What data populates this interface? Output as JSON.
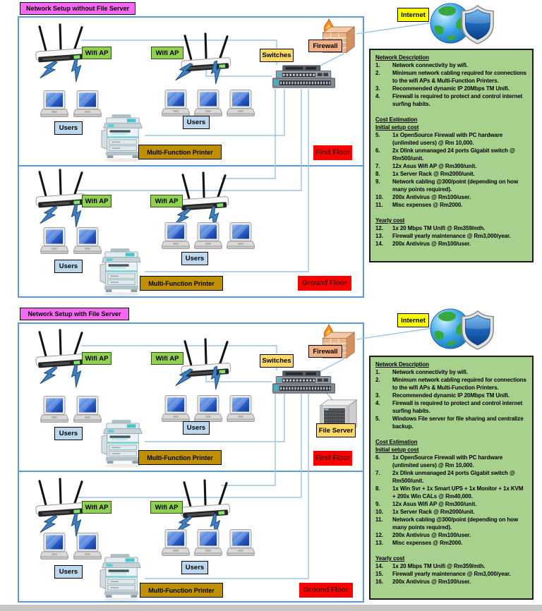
{
  "colors": {
    "title_magenta": "#F667F2",
    "wifi_ap_green": "#92D050",
    "switch_gold": "#FFD966",
    "firewall_peach": "#F4B183",
    "users_blue": "#BDD7EE",
    "printer_dark_gold": "#BF9000",
    "floor_red": "#FF0000",
    "internet_yellow": "#FFFF00",
    "description_panel_green": "#A9D18E",
    "cable_blue": "#9DC3E6",
    "box_border_blue": "#5B9BD5"
  },
  "diagram1": {
    "title": "Network Setup without File Server",
    "labels": {
      "internet": "Internet",
      "firewall": "Firewall",
      "switches": "Switches",
      "wifi_ap": "Wifi AP",
      "users": "Users",
      "printer": "Multi-Function Printer",
      "first_floor": "First Floor",
      "ground_floor": "Ground Floor"
    },
    "description": {
      "heading": "Network Description",
      "items": [
        {
          "n": "1.",
          "t": "Network connectivity by wifi."
        },
        {
          "n": "2.",
          "t": "Minimum network cabling required for connections to the wifi APs & Multi-Function Printers."
        },
        {
          "n": "3.",
          "t": "Recommended dynamic IP 20Mbps TM Unifi."
        },
        {
          "n": "4.",
          "t": "Firewall is required to protect and control internet surfing habits."
        }
      ],
      "cost_heading": "Cost Estimation",
      "initial_heading": "Initial setup cost",
      "initial_items": [
        {
          "n": "5.",
          "t": "1x OpenSource Firewall with PC hardware (unlimited users) @ Rm 10,000."
        },
        {
          "n": "6.",
          "t": "2x Dlink unmanaged 24 ports Gigabit switch @ Rm500/unit."
        },
        {
          "n": "7.",
          "t": "12x Asus Wifi AP @ Rm300/unit."
        },
        {
          "n": "8.",
          "t": "1x Server Rack @ Rm2000/unit."
        },
        {
          "n": "9.",
          "t": "Network cabling @300/point (depending on how many points required)."
        },
        {
          "n": "10.",
          "t": "200x Antivirus @ Rm100/user."
        },
        {
          "n": "11.",
          "t": "Misc expenses @ Rm2000."
        }
      ],
      "yearly_heading": "Yearly cost",
      "yearly_items": [
        {
          "n": "12.",
          "t": "1x 20 Mbps TM Unifi @ Rm359/mth."
        },
        {
          "n": "13.",
          "t": "Firewall yearly maintenance @ Rm3,000/year."
        },
        {
          "n": "14.",
          "t": "200x Antivirus @ Rm100/user."
        }
      ]
    }
  },
  "diagram2": {
    "title": "Network Setup with File Server",
    "labels": {
      "internet": "Internet",
      "firewall": "Firewall",
      "switches": "Switches",
      "wifi_ap": "Wifi AP",
      "users": "Users",
      "printer": "Multi-Function Printer",
      "file_server": "File Server",
      "first_floor": "First Floor",
      "ground_floor": "Ground Floor"
    },
    "description": {
      "heading": "Network Description",
      "items": [
        {
          "n": "1.",
          "t": "Network connectivity by wifi."
        },
        {
          "n": "2.",
          "t": "Minimum network cabling required for connections to the wifi APs & Multi-Function Printers."
        },
        {
          "n": "3.",
          "t": "Recommended dynamic IP 20Mbps TM Unifi."
        },
        {
          "n": "4.",
          "t": "Firewall is required to protect and control internet surfing habits."
        },
        {
          "n": "5.",
          "t": "Windows File server for file sharing and centralize backup."
        }
      ],
      "cost_heading": "Cost Estimation",
      "initial_heading": "Initial setup cost",
      "initial_items": [
        {
          "n": "6.",
          "t": "1x OpenSource Firewall with PC hardware (unlimited users) @ Rm 10,000."
        },
        {
          "n": "7.",
          "t": "2x Dlink unmanaged 24 ports Gigabit switch @ Rm500/unit."
        },
        {
          "n": "8.",
          "t": "1x Win Svr + 1x Smart UPS + 1x Monitor + 1x KVM + 200x Win CALs @ Rm40,000."
        },
        {
          "n": "9.",
          "t": "12x Asus Wifi AP @ Rm300/unit."
        },
        {
          "n": "10.",
          "t": "1x Server Rack @ Rm2000/unit."
        },
        {
          "n": "11.",
          "t": "Network cabling @300/point (depending on how many points required)."
        },
        {
          "n": "12.",
          "t": "200x Antivirus @ Rm100/user."
        },
        {
          "n": "13.",
          "t": "Misc expenses @ Rm2000."
        }
      ],
      "yearly_heading": "Yearly cost",
      "yearly_items": [
        {
          "n": "14.",
          "t": "1x 20 Mbps TM Unifi @ Rm359/mth."
        },
        {
          "n": "15.",
          "t": "Firewall yearly maintenance @ Rm3,000/year."
        },
        {
          "n": "16.",
          "t": "200x Antivirus @ Rm100/user."
        }
      ]
    }
  }
}
